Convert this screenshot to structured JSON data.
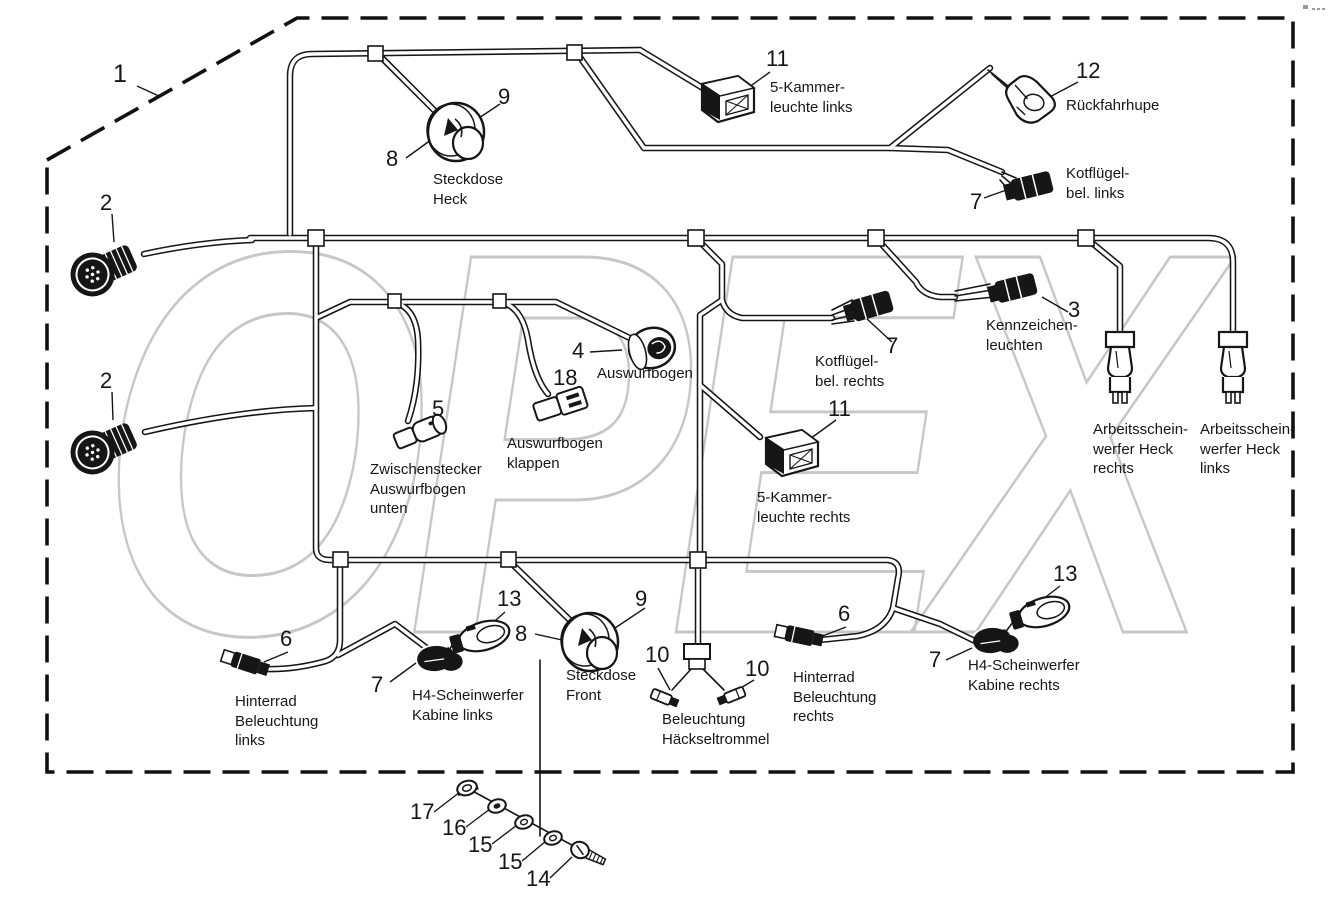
{
  "figure": {
    "watermark": "OPEX",
    "frame_callout": "1"
  },
  "callouts": {
    "n1": "1",
    "n2a": "2",
    "n2b": "2",
    "n8a": "8",
    "n9a": "9",
    "n11a": "11",
    "n12": "12",
    "n7a": "7",
    "n3": "3",
    "n7b": "7",
    "n4": "4",
    "n18": "18",
    "n5": "5",
    "n11b": "11",
    "n6a": "6",
    "n7c": "7",
    "n13a": "13",
    "n8b": "8",
    "n9b": "9",
    "n10a": "10",
    "n10b": "10",
    "n6b": "6",
    "n7d": "7",
    "n13b": "13",
    "n14": "14",
    "n15a": "15",
    "n15b": "15",
    "n16": "16",
    "n17": "17"
  },
  "labels": {
    "steckdose_heck": "Steckdose\nHeck",
    "kammer_links": "5-Kammer-\nleuchte links",
    "rueckfahrhupe": "Rückfahrhupe",
    "kotfluegel_links": "Kotflügel-\nbel. links",
    "kennzeichen": "Kennzeichen-\nleuchten",
    "kotfluegel_rechts": "Kotflügel-\nbel. rechts",
    "auswurfbogen": "Auswurfbogen",
    "auswurfbogen_klappen": "Auswurfbogen\nklappen",
    "zwischenstecker": "Zwischenstecker\nAuswurfbogen\nunten",
    "kammer_rechts": "5-Kammer-\nleuchte rechts",
    "arbeitsscheinwerfer_rechts": "Arbeitsschein-\nwerfer Heck\nrechts",
    "arbeitsscheinwerfer_links": "Arbeitsschein-\nwerfer Heck\nlinks",
    "hinterrad_links": "Hinterrad\nBeleuchtung\nlinks",
    "h4_links": "H4-Scheinwerfer\nKabine links",
    "steckdose_front": "Steckdose\nFront",
    "haeckseltrommel": "Beleuchtung\nHäckseltrommel",
    "hinterrad_rechts": "Hinterrad\nBeleuchtung\nrechts",
    "h4_rechts": "H4-Scheinwerfer\nKabine rechts"
  }
}
